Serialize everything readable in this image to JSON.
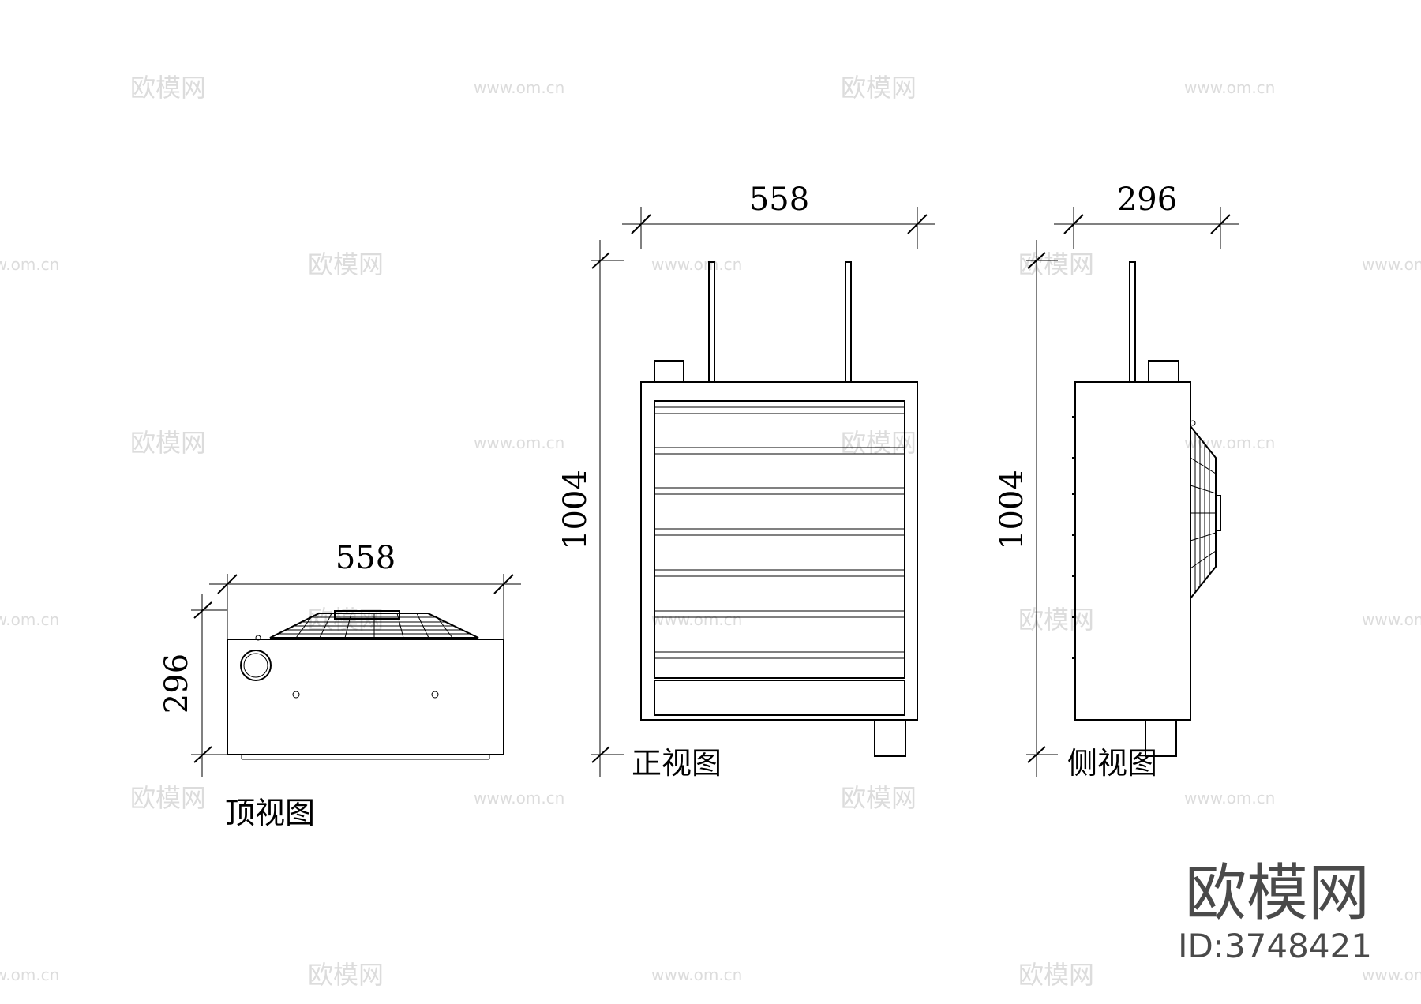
{
  "views": {
    "top": {
      "label": "顶视图",
      "width": "558",
      "depth": "296"
    },
    "front": {
      "label": "正视图",
      "width": "558",
      "height": "1004"
    },
    "side": {
      "label": "侧视图",
      "depth": "296",
      "height": "1004"
    }
  },
  "watermark": {
    "brand": "欧模网",
    "url": "www.om.cn"
  },
  "brand": {
    "name": "欧模网",
    "id": "ID:3748421"
  }
}
